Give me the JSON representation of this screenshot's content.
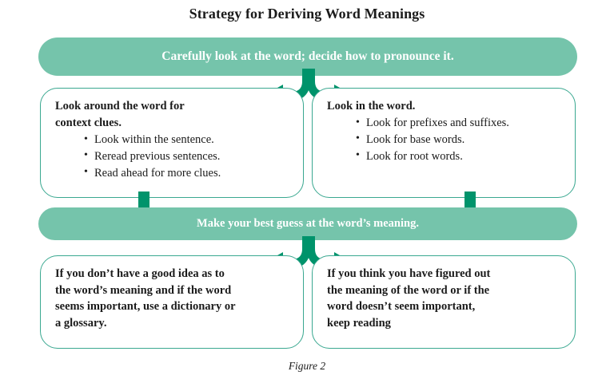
{
  "title": "Strategy for Deriving Word Meanings",
  "caption": "Figure 2",
  "colors": {
    "banner_fill": "#75c4ab",
    "arrow_fill": "#00936b",
    "box_border": "#3aa890",
    "banner_text": "#ffffff",
    "body_text": "#1b1b1b"
  },
  "steps": {
    "banner_top": "Carefully look at the word; decide how to pronounce it.",
    "banner_mid": "Make your best guess at the word’s meaning.",
    "box_top_left": {
      "heading_line1": "Look around the word for",
      "heading_line2": "context clues.",
      "bullets": [
        "Look within the sentence.",
        "Reread previous sentences.",
        "Read ahead for more clues."
      ]
    },
    "box_top_right": {
      "heading": "Look in the word.",
      "bullets": [
        "Look for prefixes and suffixes.",
        "Look for base words.",
        "Look for root words."
      ]
    },
    "box_bottom_left": {
      "line1": "If you don’t have a good idea as to",
      "line2": "the word’s meaning and if the word",
      "line3": "seems important, use a dictionary or",
      "line4": "a glossary."
    },
    "box_bottom_right": {
      "line1": "If you think you have figured out",
      "line2": "the meaning of the word or if the",
      "line3": "word doesn’t seem important,",
      "line4": "keep reading"
    }
  },
  "connectors": [
    {
      "name": "split-arrow-from-top-banner",
      "from": "banner_top",
      "to": [
        "box_top_left",
        "box_top_right"
      ],
      "shape": "split-down-outward"
    },
    {
      "name": "down-arrow-left",
      "from": "box_top_left",
      "to": "banner_mid",
      "shape": "straight-down"
    },
    {
      "name": "down-arrow-right",
      "from": "box_top_right",
      "to": "banner_mid",
      "shape": "straight-down"
    },
    {
      "name": "split-arrow-from-mid-banner",
      "from": "banner_mid",
      "to": [
        "box_bottom_left",
        "box_bottom_right"
      ],
      "shape": "split-down-outward"
    }
  ]
}
